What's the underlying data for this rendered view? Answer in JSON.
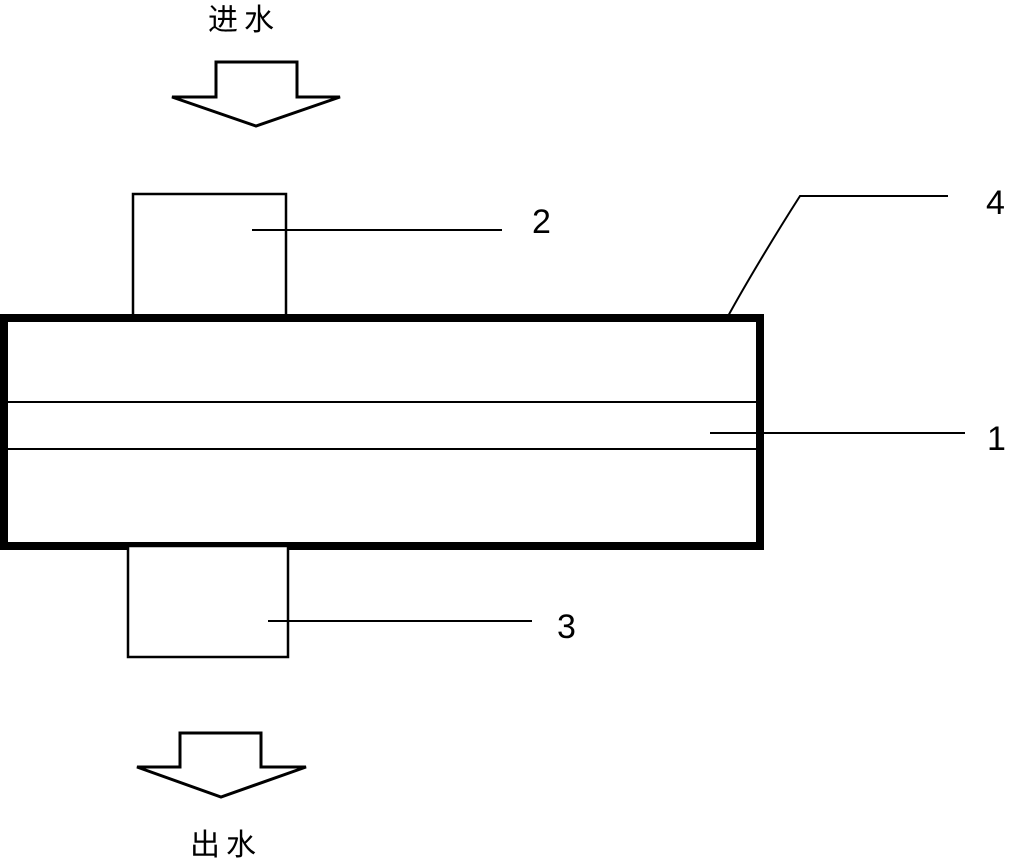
{
  "labels": {
    "inlet": "进水",
    "outlet": "出水"
  },
  "callouts": {
    "membrane": "1",
    "inlet_chamber": "2",
    "outlet_chamber": "3",
    "housing": "4"
  }
}
